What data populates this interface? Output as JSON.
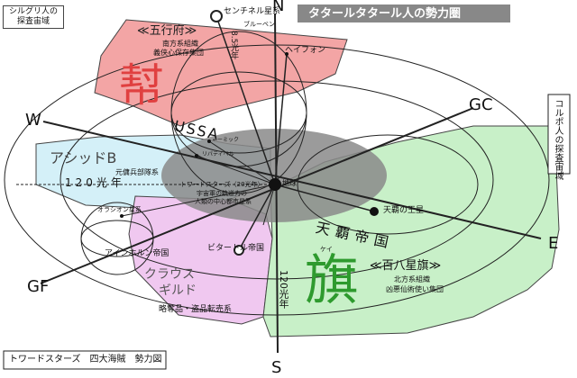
{
  "title_banner": "タタールタタール人の勢力圏",
  "compass": {
    "n": "N",
    "s": "S",
    "w": "W",
    "gc": "GC",
    "e": "E",
    "gf": "GF"
  },
  "sirguri": {
    "line1": "シルグリ人の",
    "line2": "探査宙域"
  },
  "korupo": "コルポ人の探査宙域",
  "sentinel": "センチネル星系",
  "pluben": "ブルーベン",
  "heifon": "ヘイフォン",
  "su_label": "8.5光年",
  "gogyo": {
    "title": "≪五行府≫",
    "kanji": "幇",
    "line1": "南方系組織",
    "line2": "義侠心保存集団",
    "color": "#f3a5a5"
  },
  "ussa": "USSA",
  "earth_small": "地球",
  "sa_arrow": "←ーミック",
  "ripateiberu": "リパティベル",
  "asid": {
    "name": "アシッドB",
    "sub": "元傭兵部隊系",
    "dist": "120光年",
    "color": "#d4f0f8"
  },
  "center": {
    "line1": "トワードスターズ（20光年）",
    "line2": "宇宙軍の軌道力の",
    "line3": "人類の中心都市星系",
    "earth": "地球"
  },
  "orion": "オラシオン星系",
  "ainhorn": "アインホルン帝国",
  "tenha": {
    "lord": "天覇の王星",
    "name": "天覇帝国"
  },
  "claus": {
    "name1": "クラウス",
    "name2": "ギルド",
    "sub": "略奪品・盗品転売系",
    "color": "#f0c8f0"
  },
  "pitoru": "ビタートル帝国",
  "hata": {
    "kanji": "旗",
    "ruby": "ケイ",
    "title": "≪百八星旗≫",
    "line1": "北方系組織",
    "line2": "凶悪仙術使い集団",
    "color": "#c8f0c8"
  },
  "dist_south": "120光年",
  "legend": "トワードスターズ　四大海賊　勢力図",
  "colors": {
    "shadow": "#8a8a8a",
    "line": "#222222"
  }
}
